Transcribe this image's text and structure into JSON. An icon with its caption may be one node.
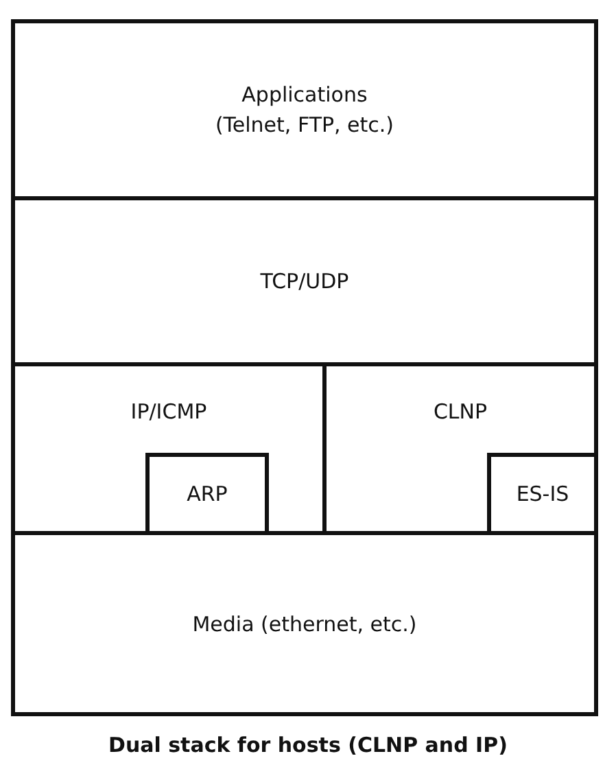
{
  "diagram": {
    "caption": "Dual stack for hosts (CLNP and IP)",
    "nodes": [
      {
        "text": [
          "Applications",
          "(Telnet, FTP, etc.)"
        ]
      },
      {
        "text": [
          "TCP/UDP"
        ]
      },
      {
        "text": [
          "IP/ICMP"
        ]
      },
      {
        "text": [
          "ARP"
        ],
        "in": 2
      },
      {
        "text": [
          "CLNP"
        ]
      },
      {
        "text": [
          "ES-IS"
        ],
        "in": 4
      },
      {
        "text": [
          "Media (ethernet, etc.)"
        ]
      }
    ]
  }
}
